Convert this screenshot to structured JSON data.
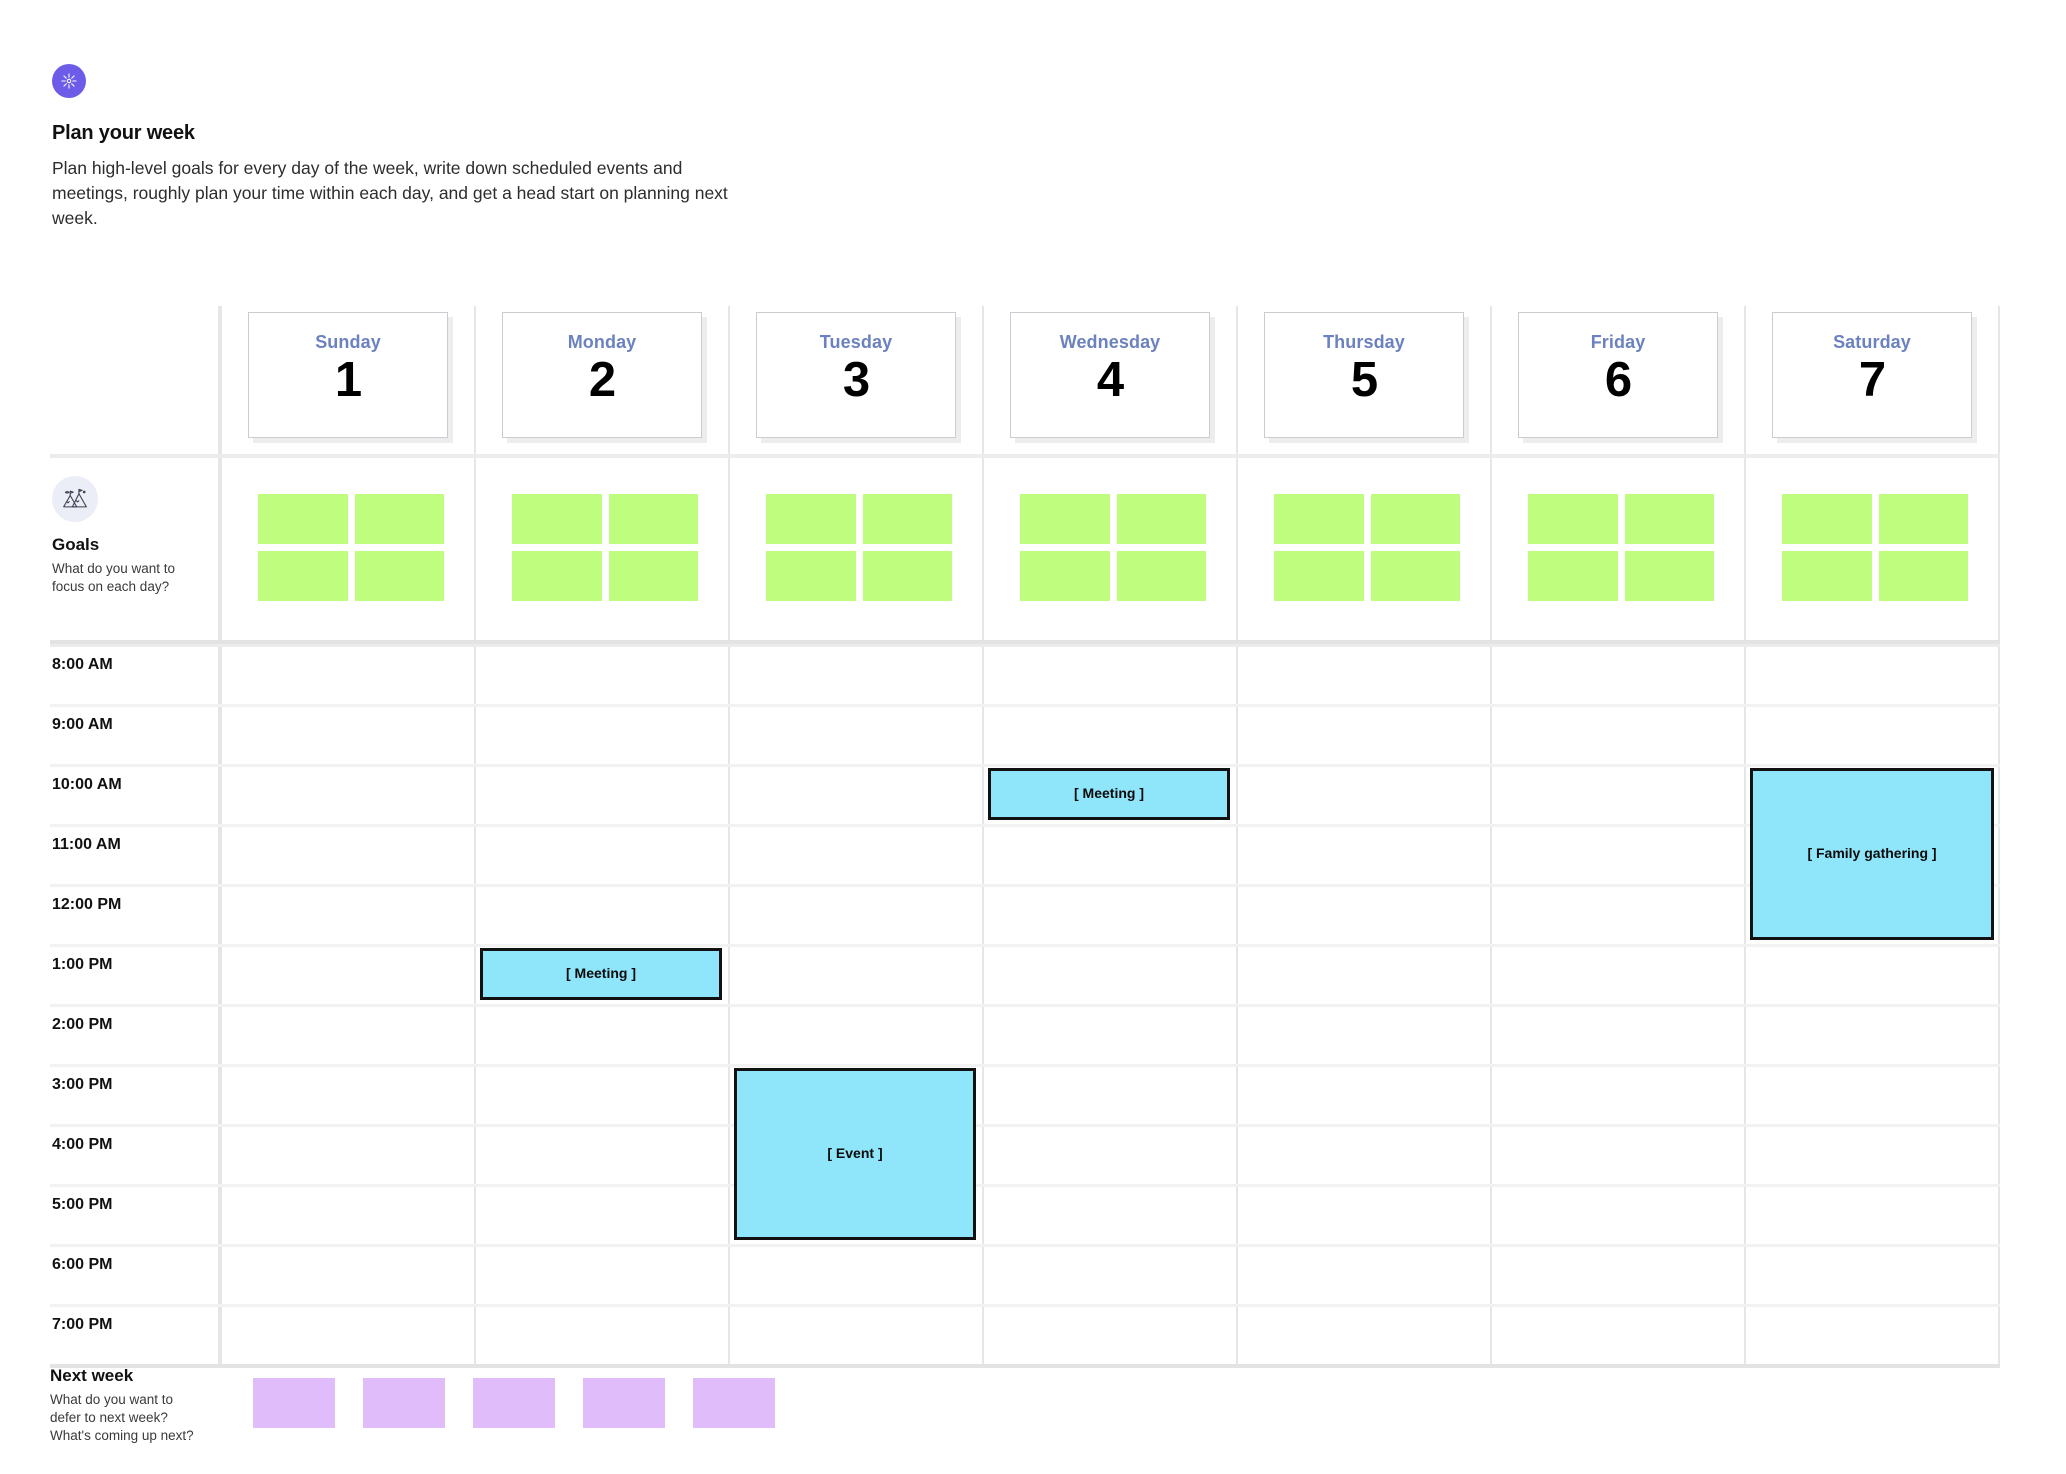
{
  "intro": {
    "badge_icon": "sparkle-icon",
    "title": "Plan your week",
    "description": "Plan high-level goals for every day of the week, write down scheduled events and meetings, roughly plan your time within each day, and get a head start on planning next week."
  },
  "board": {
    "days": [
      {
        "name": "Sunday",
        "number": "1"
      },
      {
        "name": "Monday",
        "number": "2"
      },
      {
        "name": "Tuesday",
        "number": "3"
      },
      {
        "name": "Wednesday",
        "number": "4"
      },
      {
        "name": "Thursday",
        "number": "5"
      },
      {
        "name": "Friday",
        "number": "6"
      },
      {
        "name": "Saturday",
        "number": "7"
      }
    ],
    "goals": {
      "icon": "mountain-flag-icon",
      "title": "Goals",
      "subtitle": "What do you want to focus on each day?",
      "notes_per_day": 4
    },
    "hours": [
      "8:00 AM",
      "9:00 AM",
      "10:00 AM",
      "11:00 AM",
      "12:00 PM",
      "1:00 PM",
      "2:00 PM",
      "3:00 PM",
      "4:00 PM",
      "5:00 PM",
      "6:00 PM",
      "7:00 PM"
    ],
    "events": [
      {
        "label": "[ Meeting ]",
        "day": "Wednesday",
        "day_index": 3,
        "start": "10:00 AM",
        "end": "11:00 AM",
        "start_hour_index": 2,
        "span_hours": 1
      },
      {
        "label": "[ Meeting ]",
        "day": "Monday",
        "day_index": 1,
        "start": "1:00 PM",
        "end": "2:00 PM",
        "start_hour_index": 5,
        "span_hours": 1
      },
      {
        "label": "[ Event ]",
        "day": "Tuesday",
        "day_index": 2,
        "start": "3:00 PM",
        "end": "6:00 PM",
        "start_hour_index": 7,
        "span_hours": 3
      },
      {
        "label": "[ Family gathering ]",
        "day": "Saturday",
        "day_index": 6,
        "start": "10:00 AM",
        "end": "1:00 PM",
        "start_hour_index": 2,
        "span_hours": 3
      }
    ]
  },
  "next_week": {
    "title": "Next week",
    "subtitle": "What do you want to defer to next week? What's coming up next?",
    "notes_count": 5
  },
  "colors": {
    "accent_purple": "#6c5ce7",
    "day_name": "#6c82c0",
    "goal_note": "#befd7e",
    "event_block": "#8fe6fb",
    "next_week_note": "#e0bdfa",
    "grid_line": "#e6e6e6"
  }
}
